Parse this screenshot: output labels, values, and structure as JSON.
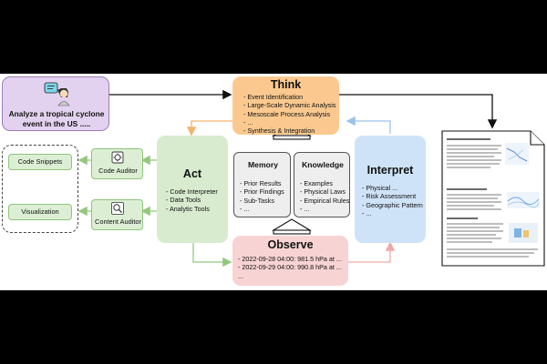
{
  "task": {
    "text_line1": "Analyze a tropical cyclone",
    "text_line2": "event in the US ....."
  },
  "think": {
    "title": "Think",
    "items": [
      "- Event Identification",
      "- Large-Scale Dynamic Analysis",
      "- Mesoscale Process Analysis",
      "- ...",
      "- Synthesis & Integration"
    ]
  },
  "act": {
    "title": "Act",
    "items": [
      "- Code Interpreter",
      "- Data Tools",
      "- Analytic Tools"
    ]
  },
  "memory": {
    "title": "Memory",
    "items": [
      "- Prior Results",
      "- Prior Findings",
      "- Sub-Tasks",
      "- ..."
    ]
  },
  "knowledge": {
    "title": "Knowledge",
    "items": [
      "- Examples",
      "- Physical Laws",
      "- Empirical Rules",
      "- ..."
    ]
  },
  "interpret": {
    "title": "Interpret",
    "items": [
      "- Physical ...",
      "- Risk Assessment",
      "- Geographic Pattern",
      "- ..."
    ]
  },
  "observe": {
    "title": "Observe",
    "items": [
      "- 2022-09-28 04:00: 981.5 hPa at ...",
      "- 2022-09-29 04:00: 990.8 hPa at ...",
      "..."
    ]
  },
  "outputs": {
    "snippets": "Code Snippets",
    "visualization": "Visualization"
  },
  "auditors": {
    "code": "Code Auditor",
    "content": "Content Auditor"
  },
  "colors": {
    "task_fill": "#e3d2ef",
    "task_stroke": "#9d7bb5",
    "think_fill": "#fbc98f",
    "act_fill": "#d8ebcf",
    "interpret_fill": "#cfe3f8",
    "observe_fill": "#f8d3d3",
    "tool_fill": "#dcefd4",
    "tool_stroke": "#8fc47c",
    "arrow_orange": "#f6b36e",
    "arrow_green": "#95c77f",
    "arrow_blue": "#9cc4ea",
    "arrow_pink": "#f0a7a7"
  },
  "icons": [
    "robot-avatar-icon",
    "code-auditor-icon",
    "content-auditor-icon",
    "report-document-icon"
  ]
}
